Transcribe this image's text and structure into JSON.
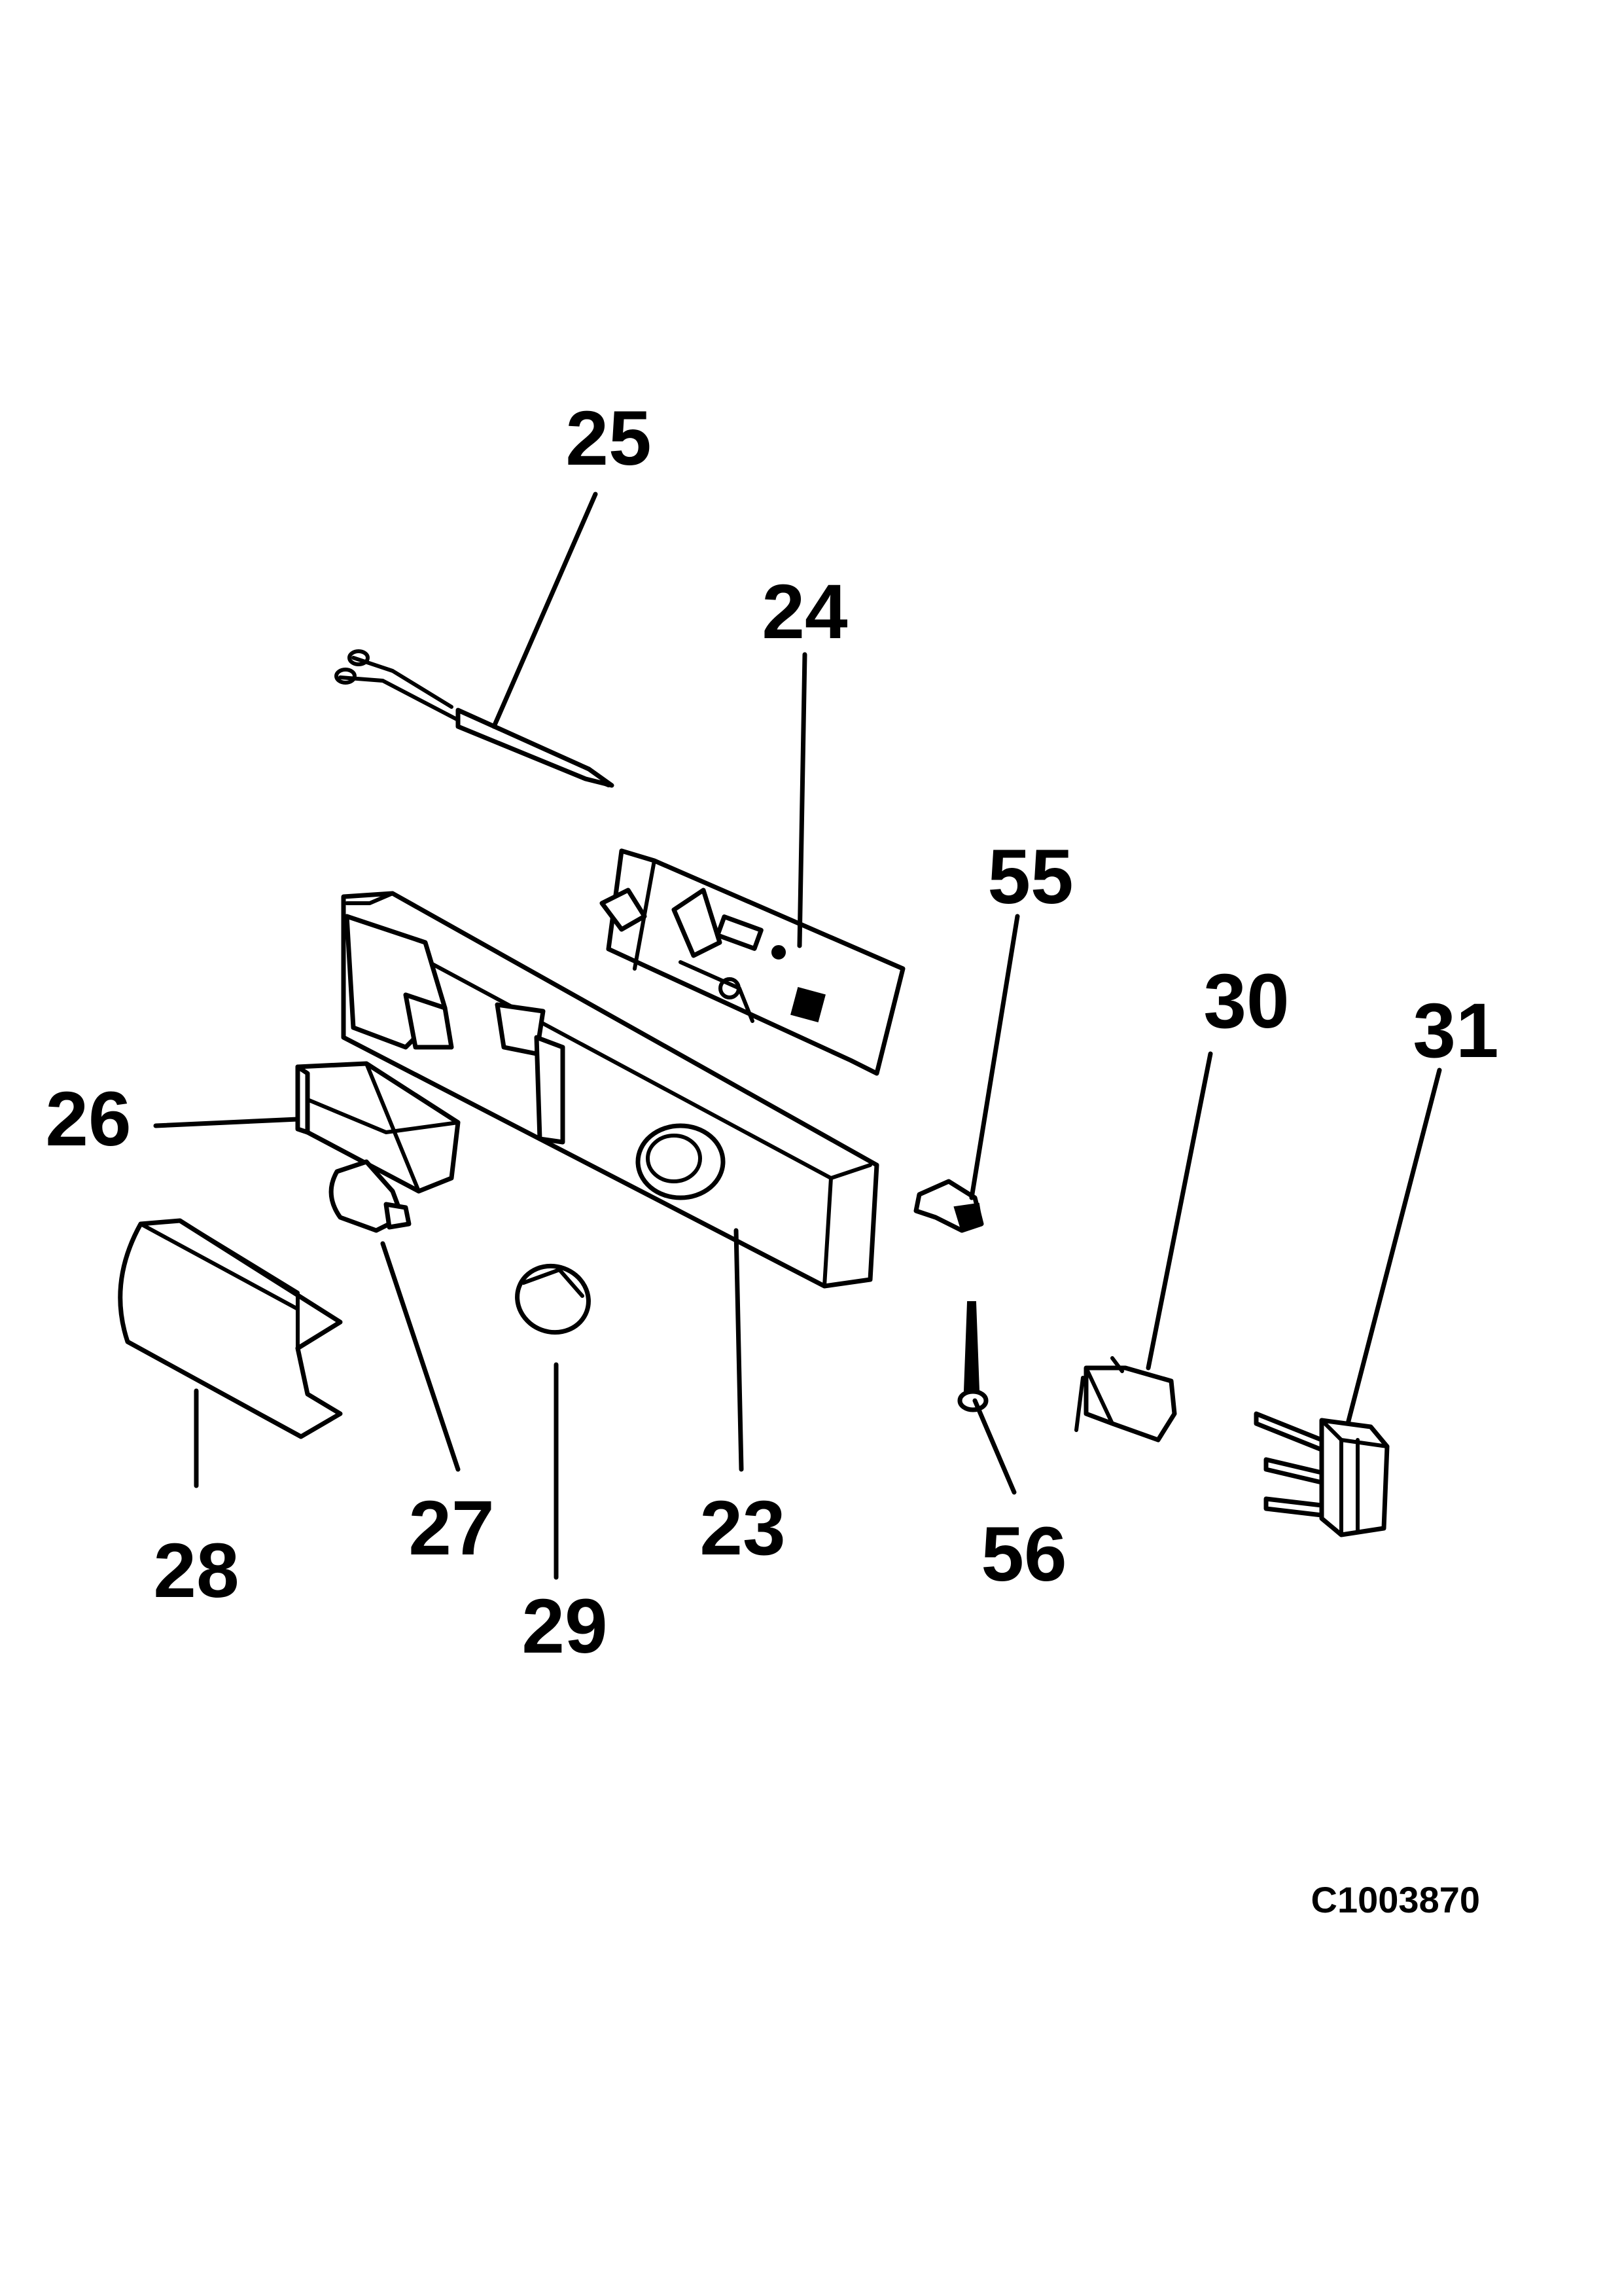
{
  "callouts": {
    "c23": "23",
    "c24": "24",
    "c25": "25",
    "c26": "26",
    "c27": "27",
    "c28": "28",
    "c29": "29",
    "c30": "30",
    "c31": "31",
    "c55": "55",
    "c56": "56"
  },
  "drawing_reference": "C1003870",
  "colors": {
    "ink": "#000000",
    "paper": "#ffffff"
  }
}
